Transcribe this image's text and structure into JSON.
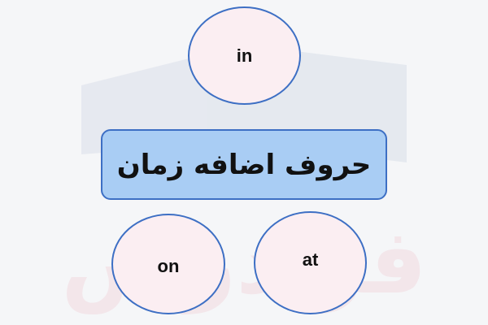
{
  "diagram": {
    "center_title": "حروف اضافه زمان",
    "nodes": [
      {
        "label": "in"
      },
      {
        "label": "on"
      },
      {
        "label": "at"
      }
    ]
  },
  "watermark_text": "فرادرس",
  "colors": {
    "background": "#f5f6f8",
    "node_fill": "#fbeef2",
    "node_border": "#3d6fc4",
    "title_fill": "#a9cdf4",
    "text": "#111111"
  }
}
